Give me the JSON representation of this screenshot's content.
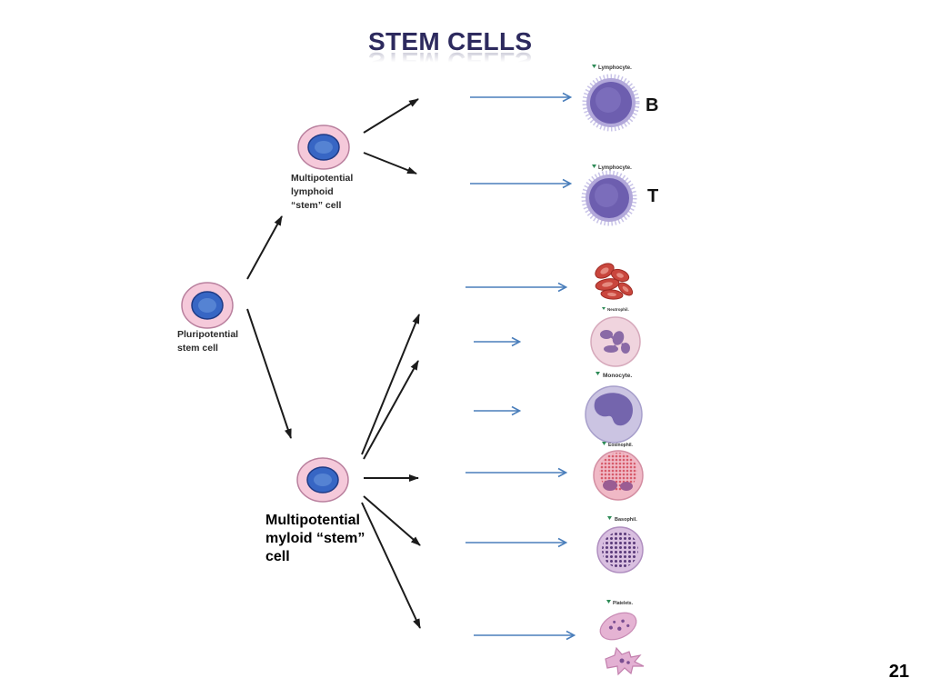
{
  "slide": {
    "title": "STEM CELLS",
    "page_number": "21"
  },
  "stem_cells": {
    "pluripotential": {
      "label_lines": [
        "Pluripotential",
        "stem cell"
      ]
    },
    "lymphoid": {
      "label_lines": [
        "Multipotential",
        "lymphoid",
        "“stem” cell"
      ]
    },
    "myeloid": {
      "label_lines": [
        "Multipotential",
        "myloid “stem”",
        "cell"
      ]
    }
  },
  "mature_cells": {
    "b_lymphocyte": {
      "caption": "Lymphocyte.",
      "tag": "B"
    },
    "t_lymphocyte": {
      "caption": "Lymphocyte.",
      "tag": "T"
    },
    "neutrophil": {
      "caption": "Neutrophil."
    },
    "monocyte": {
      "caption": "Monocyte."
    },
    "eosinophil": {
      "caption": "Eosinophil."
    },
    "basophil": {
      "caption": "Basophil."
    },
    "platelets": {
      "caption": "Platelets."
    }
  },
  "icons": {
    "caption_marker": "triangle-down-icon",
    "arrow": "arrow-right-icon"
  },
  "colors": {
    "title": "#2d2a5e",
    "blue_arrow": "#4a7ebb",
    "black_arrow": "#1b1b1b",
    "caption_marker": "#2e8b57"
  }
}
